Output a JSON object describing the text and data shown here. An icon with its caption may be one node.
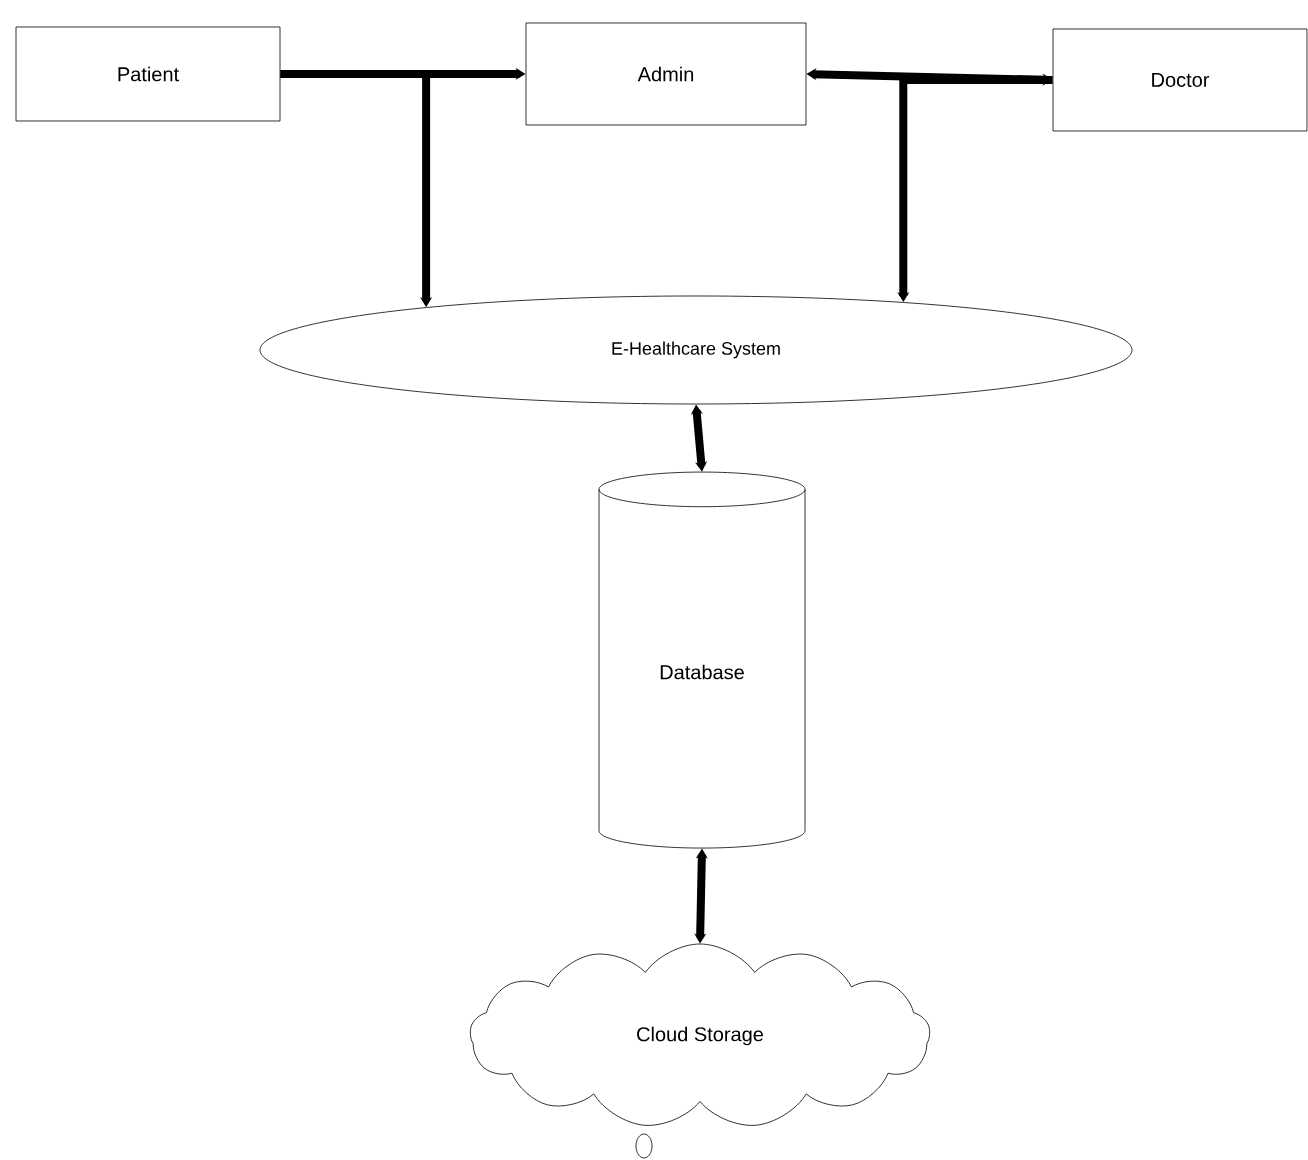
{
  "diagram": {
    "nodes": [
      {
        "text": [
          "Patient"
        ]
      },
      {
        "text": [
          "Admin"
        ]
      },
      {
        "text": [
          "E-Healthcare System"
        ]
      },
      {
        "text": [
          "Doctor"
        ]
      },
      {
        "text": [
          "Database"
        ]
      },
      {
        "text": [
          "Cloud Storage"
        ]
      }
    ],
    "edges": [
      {
        "from": 0,
        "to": 1,
        "arrow": "to"
      },
      {
        "from": 0,
        "to": 2,
        "arrow": "to"
      },
      {
        "from": 1,
        "to": 3,
        "arrow": "both"
      },
      {
        "from": 3,
        "to": 2,
        "arrow": "to"
      },
      {
        "from": 2,
        "to": 4,
        "arrow": "both"
      },
      {
        "from": 4,
        "to": 5,
        "arrow": "both"
      }
    ]
  }
}
